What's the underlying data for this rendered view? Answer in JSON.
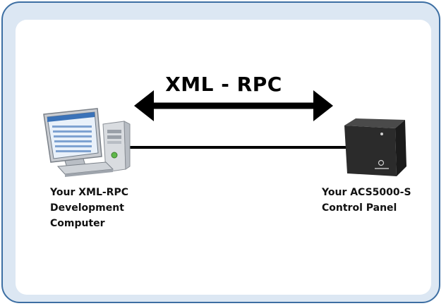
{
  "diagram": {
    "protocol_label": "XML - RPC",
    "left_device": {
      "label_lines": [
        "Your XML-RPC",
        "Development",
        "Computer"
      ],
      "icon": "desktop-computer-icon"
    },
    "right_device": {
      "label_lines": [
        "Your ACS5000-S",
        "Control Panel"
      ],
      "icon": "control-panel-box-icon"
    }
  },
  "colors": {
    "frame_border": "#3d6fa3",
    "frame_fill": "#dce7f3",
    "panel_fill": "#ffffff",
    "arrow": "#000000",
    "box_dark": "#2b2b2b"
  }
}
